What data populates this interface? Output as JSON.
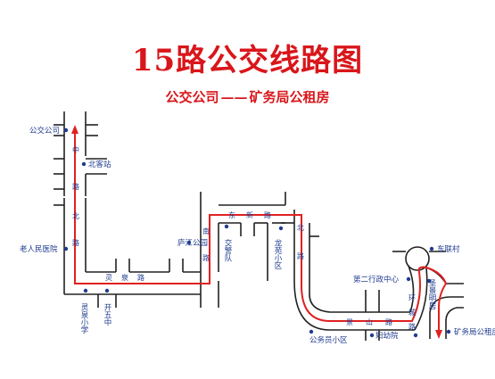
{
  "title": "15路公交线路图",
  "subtitle": {
    "from": "公交公司",
    "dash": "——",
    "to": "矿务局公租房"
  },
  "colors": {
    "route": "#e02020",
    "road": "#222222",
    "stop_dot": "#1f3b8f",
    "text": "#1f3b8f",
    "title": "#d9161b"
  },
  "stops": {
    "gongjiao": "公交公司",
    "beikezhan": "北客站",
    "laorenyiyuan": "老人民医院",
    "lingquanxiaoxue": "灵泉小学",
    "kaiwuzhong": "开五中",
    "lujianggongyuan": "庐江公园",
    "jiaojingdui": "交警队",
    "longyuanxiaoqu": "龙苑小区",
    "dierxingzheng": "第二行政中心",
    "dongliancun": "东联村",
    "shengjingmingju": "圣景明居",
    "gongwuyuanxiaoqu": "公务员小区",
    "fuyouyuan": "妇幼院",
    "kuangwuju": "矿务局公租房"
  },
  "roads": {
    "r1": "中",
    "r2": "路",
    "r3": "北",
    "r4": "路",
    "lingquan": "灵泉路",
    "nan1": "南",
    "nan2": "路",
    "dongxin": "东新路",
    "b1": "北",
    "b2": "路",
    "jingshan": "景山路",
    "huancheng": "环城路"
  }
}
